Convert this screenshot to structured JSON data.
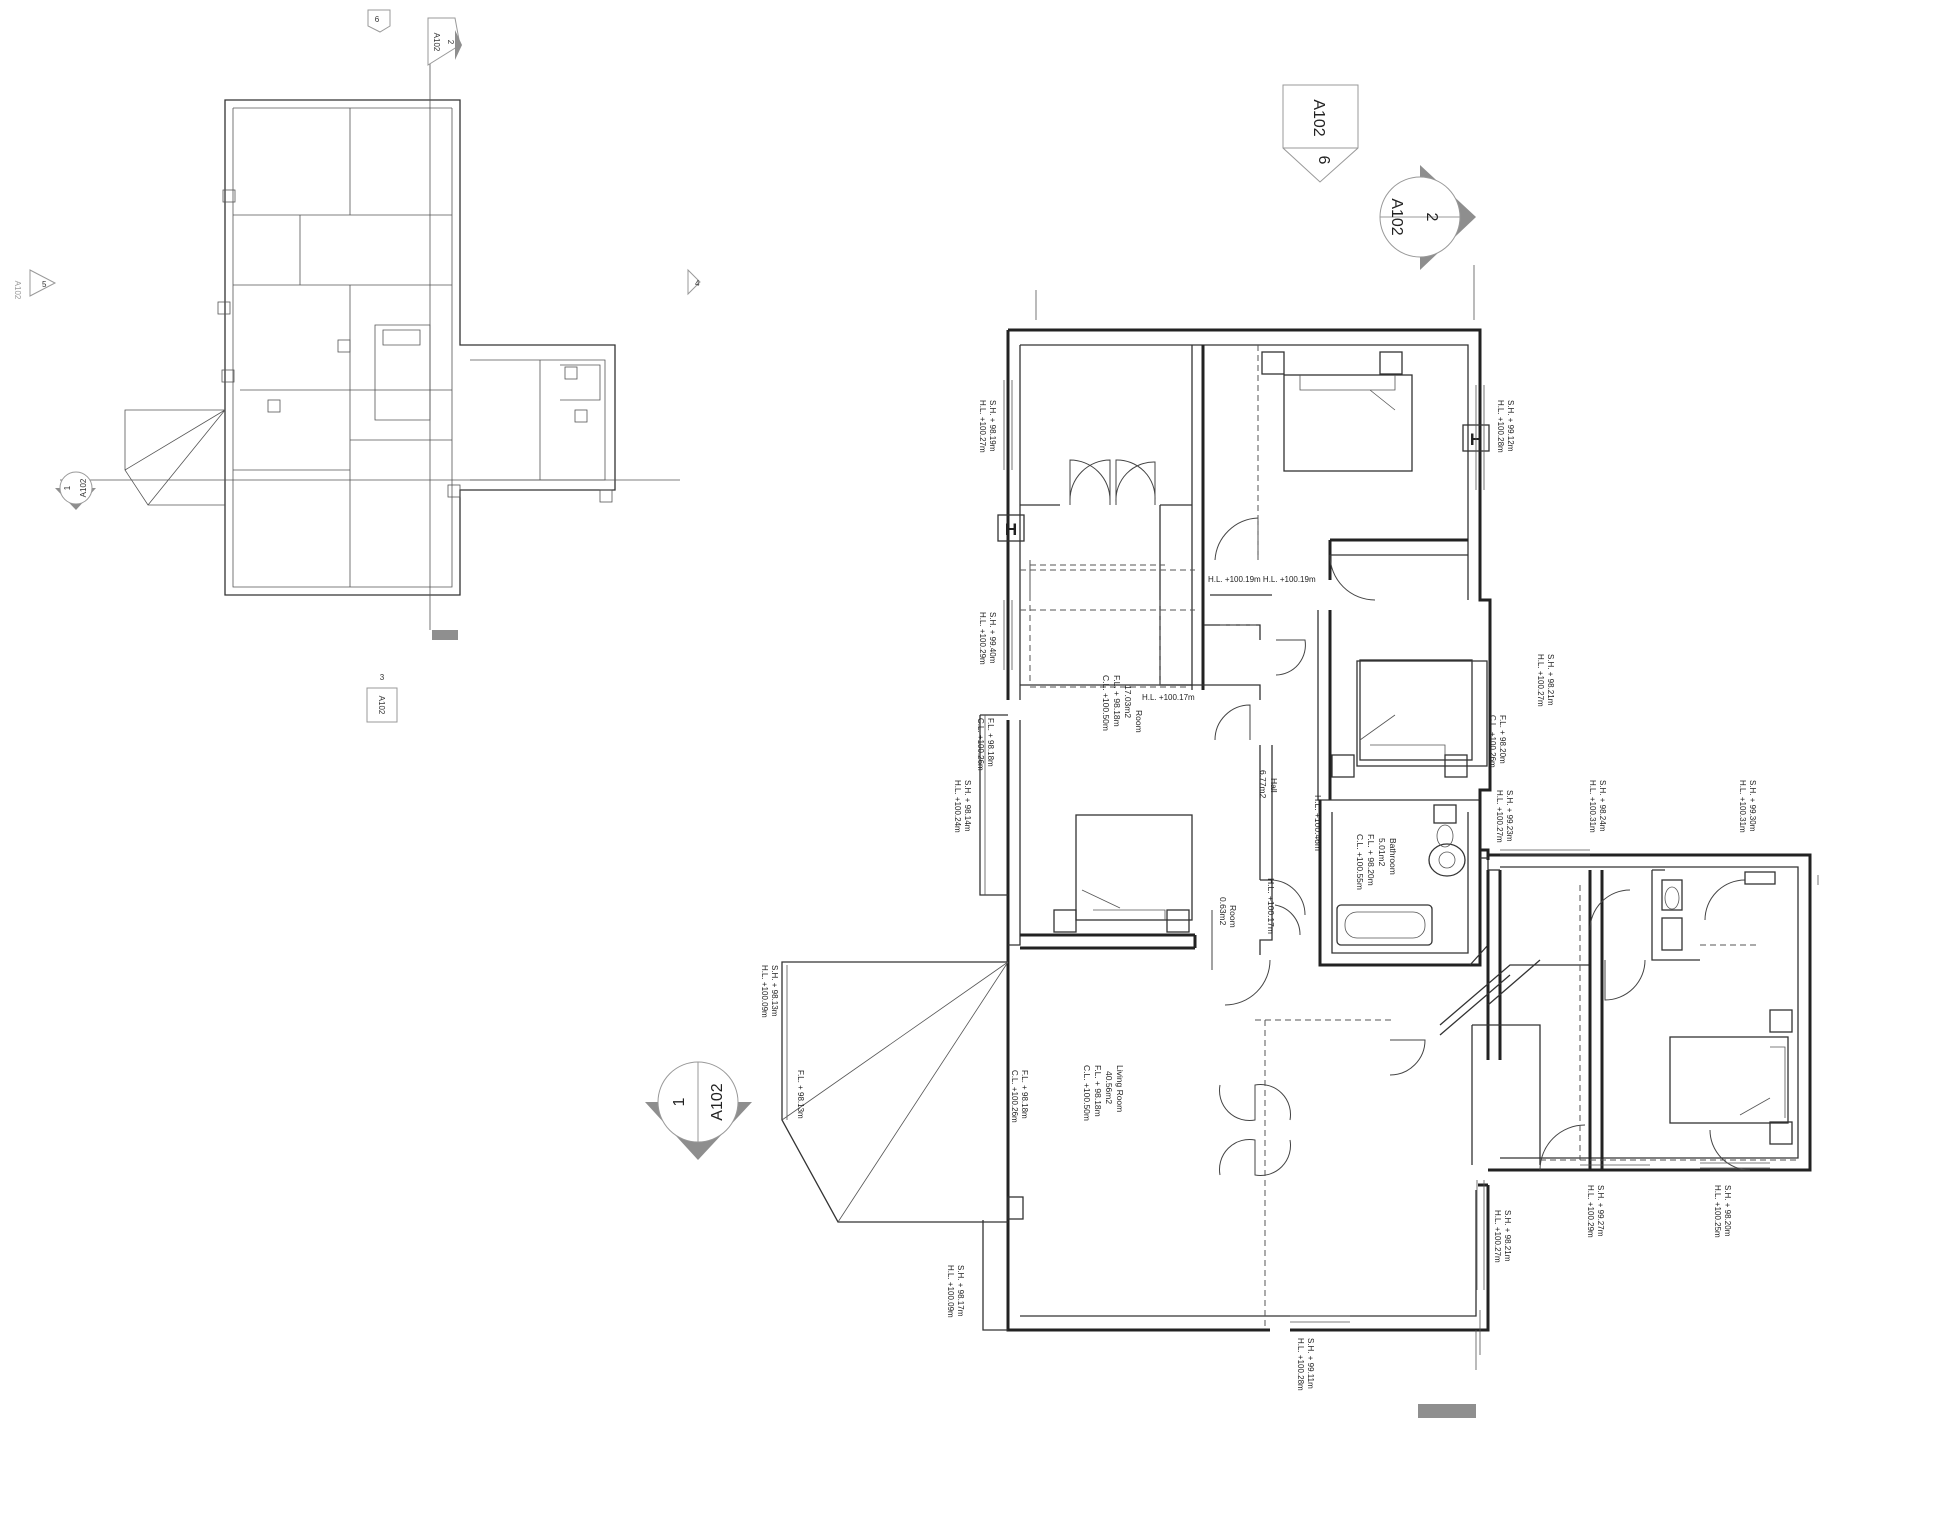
{
  "section_markers": {
    "s1": {
      "num": "1",
      "sheet": "A102"
    },
    "s2": {
      "num": "2",
      "sheet": "A102"
    },
    "s6": {
      "num": "6",
      "sheet": "A102"
    }
  },
  "rooms": {
    "room_upper": {
      "name": "Room",
      "area": "17.03m2",
      "fl": "F.L. + 98.18m",
      "cl": "C.L. +100.50m"
    },
    "hall": {
      "name": "Hall",
      "area": "6.77m2",
      "hl": "H.L. +100.46m"
    },
    "store": {
      "name": "Room",
      "area": "0.63m2",
      "hl": "H.L. +100.17m"
    },
    "bathroom": {
      "name": "Bathroom",
      "area": "5.01m2",
      "fl": "F.L. + 98.20m",
      "cl": "C.L. +100.55m"
    },
    "living": {
      "name": "Living Room",
      "area": "40.56m2",
      "fl": "F.L. + 98.18m",
      "cl": "C.L. +100.50m"
    }
  },
  "levels": {
    "l1": {
      "sh": "S.H. + 98.19m",
      "hl": "H.L. +100.27m"
    },
    "l2": {
      "sh": "S.H. + 99.12m",
      "hl": "H.L. +100.28m"
    },
    "l3": {
      "hl": "H.L. +100.19m H.L. +100.19m"
    },
    "l4": {
      "sh": "S.H. + 99.40m",
      "hl": "H.L. +100.29m"
    },
    "l5": {
      "hl": "H.L. +100.17m"
    },
    "l6": {
      "sh": "S.H. + 98.21m",
      "hl": "H.L. +100.27m"
    },
    "l7": {
      "fl": "F.L. + 98.20m",
      "cl": "C.L. +100.26m"
    },
    "l8": {
      "fl": "F.L. + 98.18m",
      "cl": "C.L. +100.26m"
    },
    "l9": {
      "sh": "S.H. + 98.14m",
      "hl": "H.L. +100.24m"
    },
    "l10": {
      "sh": "S.H. + 99.23m",
      "hl": "H.L. +100.27m"
    },
    "l11": {
      "sh": "S.H. + 98.24m",
      "hl": "H.L. +100.31m"
    },
    "l12": {
      "sh": "S.H. + 99.30m",
      "hl": "H.L. +100.31m"
    },
    "l13": {
      "sh": "S.H. + 98.13m",
      "hl": "H.L. +100.09m"
    },
    "l14": {
      "fl": "F.L. + 98.13m"
    },
    "l15": {
      "fl": "F.L. + 98.18m",
      "cl": "C.L. +100.26m"
    },
    "l16": {
      "sh": "S.H. + 98.17m",
      "hl": "H.L. +100.09m"
    },
    "l17": {
      "sh": "S.H. + 99.11m",
      "hl": "H.L. +100.28m"
    },
    "l18": {
      "sh": "S.H. + 98.21m",
      "hl": "H.L. +100.27m"
    },
    "l19": {
      "sh": "S.H. + 99.27m",
      "hl": "H.L. +100.29m"
    },
    "l20": {
      "sh": "S.H. + 98.20m",
      "hl": "H.L. +100.25m"
    }
  },
  "heater_symbol": "H",
  "mini_plan": {
    "markers": {
      "m1": {
        "num": "1",
        "sheet": "A102"
      },
      "m2": {
        "num": "2",
        "sheet": "A102"
      },
      "m3": {
        "num": "3",
        "sheet": "A102"
      },
      "m4": "4",
      "m5": "5",
      "m6": "6",
      "m_a102": "A102"
    }
  }
}
